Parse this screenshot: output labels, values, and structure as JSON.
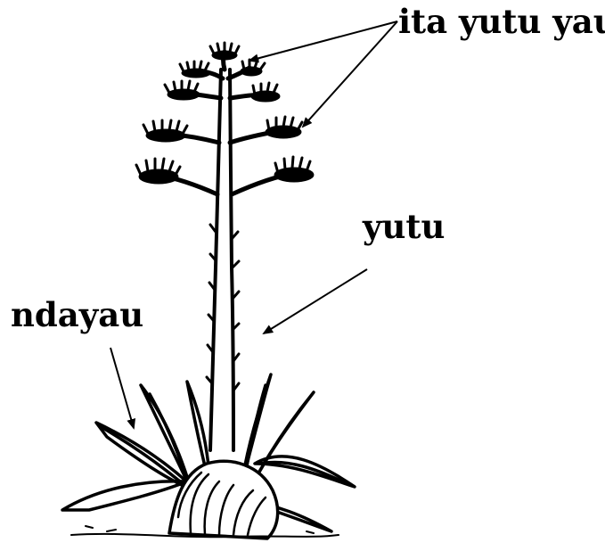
{
  "labels": {
    "flowers": "ita yutu yau",
    "stem": "yutu",
    "leaves": "ndayau"
  },
  "colors": {
    "ink": "#000000",
    "background": "#ffffff"
  }
}
